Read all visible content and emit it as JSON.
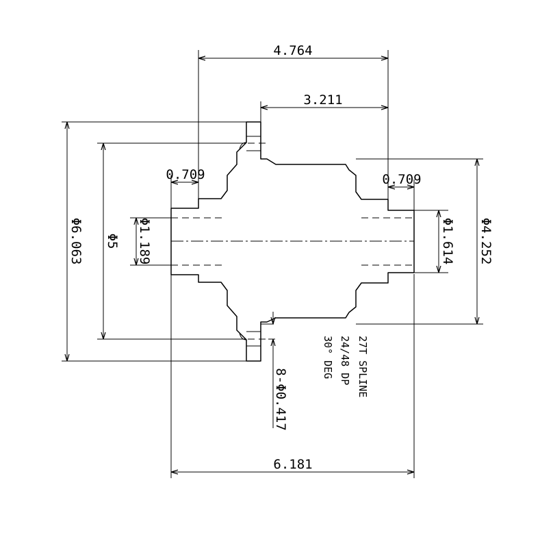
{
  "dimensions": {
    "overall_length": "6.181",
    "flange_to_right_end": "4.764",
    "hub_to_right_end": "3.211",
    "left_step": "0.709",
    "right_step": "0.709",
    "flange_diameter": "Φ6.063",
    "bolt_circle_diameter": "Φ5",
    "left_bore_diameter": "Φ1.189",
    "right_bore_diameter": "Φ1.614",
    "body_diameter": "Φ4.252",
    "holes": "8-Φ0.417"
  },
  "spline_note": {
    "line1": "27T SPLINE",
    "line2": "24/48 DP",
    "line3": "30° DEG"
  }
}
